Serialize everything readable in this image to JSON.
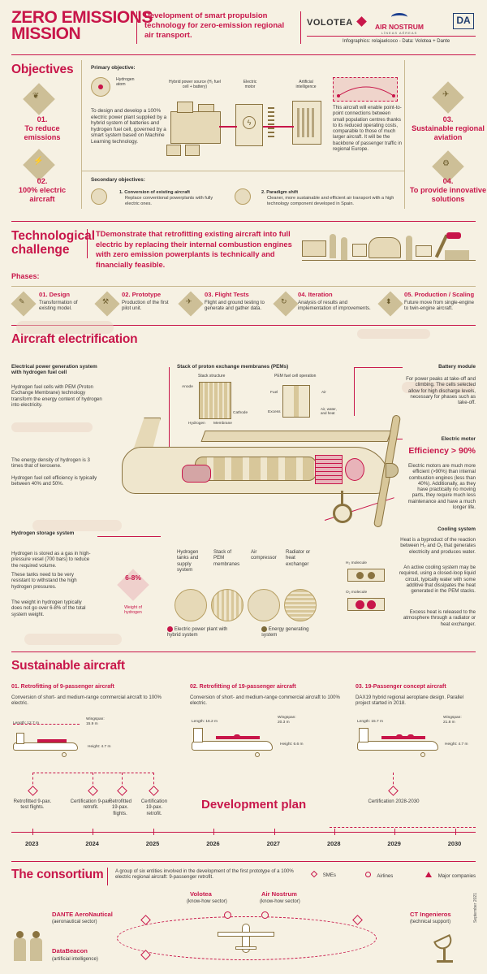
{
  "header": {
    "title_line1": "ZERO EMISSIONS",
    "title_line2": "MISSION",
    "subtitle": "Development of smart propulsion technology for zero-emission regional air transport.",
    "logo_volotea": "VOLOTEA",
    "logo_airnostrum": "AIR NOSTRUM",
    "logo_airnostrum_sub": "LÍNEAS AÉREAS",
    "logo_dante": "DA",
    "credit": "Infographics: relajaelcoco - Data: Volotea + Dante"
  },
  "objectives": {
    "title": "Objectives",
    "obj01_num": "01.",
    "obj01_text": "To reduce emissions",
    "obj02_num": "02.",
    "obj02_text": "100% electric aircraft",
    "obj03_num": "03.",
    "obj03_text": "Sustainable regional aviation",
    "obj04_num": "04.",
    "obj04_text": "To provide innovative solutions",
    "primary_label": "Primary objective:",
    "hydrogen_atom": "Hydrogen atom",
    "hybrid_source": "Hybrid power source (H₂ fuel cell + battery)",
    "electric_motor": "Electric motor",
    "artificial_intel": "Artificial intelligence",
    "primary_text": "To design and develop a 100% electric power plant supplied by a hybrid system of batteries and hydrogen fuel cell, governed by a smart system based on Machine Learning technology.",
    "right_text": "This aircraft will enable point-to-point connections between small population centres thanks to its reduced operating costs, comparable to those of much larger aircraft. It will be the backbone of passenger traffic in regional Europe.",
    "secondary_label": "Secondary objectives:",
    "sec1_title": "1. Conversion of existing aircraft",
    "sec1_text": "Replace conventional powerplants with fully electric ones.",
    "sec2_title": "2. Paradigm shift",
    "sec2_text": "Cleaner, more sustainable and efficient air transport with a high technology component developed in Spain."
  },
  "challenge": {
    "title1": "Technological",
    "title2": "challenge",
    "text": "TDemonstrate that retrofitting existing aircraft into full electric by replacing their internal combustion engines with zero emission powerplants is technically and financially feasible.",
    "phases_label": "Phases:",
    "phases": [
      {
        "title": "01. Design",
        "text": "Transformation of existing model."
      },
      {
        "title": "02. Prototype",
        "text": "Production of the first pilot unit."
      },
      {
        "title": "03. Flight Tests",
        "text": "Flight and ground testing to generate and gather data."
      },
      {
        "title": "04. Iteration",
        "text": "Analysis of results and implementation of improvements."
      },
      {
        "title": "05. Production / Scaling",
        "text": "Future move from single-engine to twin-engine aircraft."
      }
    ]
  },
  "electrification": {
    "title": "Aircraft electrification",
    "gen_title": "Electrical power generation system with hydrogen fuel cell",
    "gen_text": "Hydrogen fuel cells with PEM (Proton Exchange Membrane) technology transform the energy content of hydrogen into electricity.",
    "gen_text2": "The energy density of hydrogen is 3 times that of kerosene.",
    "gen_text3": "Hydrogen fuel cell efficiency is typically between 40% and 50%.",
    "pem_title": "Stack of proton exchange membranes (PEMs)",
    "stack_structure": "Stack structure",
    "pem_operation": "PEM fuel cell operation",
    "anode": "Anode",
    "cathode": "Cathode",
    "hydrogen": "Hydrogen",
    "membrane": "Membrane",
    "fuel": "Fuel",
    "air": "Air",
    "excess": "Excess",
    "air_water_heat": "Air, water, and heat",
    "battery_title": "Battery module",
    "battery_text": "For power peaks at take-off and climbing. The cells selected allow for high discharge levels, necessary for phases such as take-off.",
    "motor_title": "Electric motor",
    "motor_eff": "Efficiency > 90%",
    "motor_text": "Electric motors are much more efficient (>90%) than internal combustion engines (less than 40%). Additionally, as they have practically no moving parts, they require much less maintenance and have a much longer life.",
    "storage_title": "Hydrogen storage system",
    "storage_text1": "Hydrogen is stored as a gas in high-pressure vesel (700 bars) to reduce the required volume.",
    "storage_text2": "These tanks need to be very resistant to withstand the high hydrogen pressures.",
    "storage_text3": "The weight in hydrogen typically does not go over 6-8% of the total system weight.",
    "badge_value": "6-8%",
    "badge_label": "Weight of hydrogen",
    "comp_tanks": "Hydrogen tanks and supply system",
    "comp_stack": "Stack of PEM membranes",
    "comp_air": "Air compressor",
    "comp_radiator": "Radiator or heat exchanger",
    "legend_pink": "Electric power plant with hybrid system",
    "legend_olive": "Energy generating system",
    "h2_molecule": "H₂ molecule",
    "o2_molecule": "O₂ molecule",
    "cooling_title": "Cooling system",
    "cooling_text1": "Heat is a byproduct of the reaction between H₂ and O₂ that generates electricity and produces water.",
    "cooling_text2": "An active cooling system may be required, using a closed-loop liquid circuit, typically water with some additive that dissipates the heat generated in the PEM stacks.",
    "cooling_text3": "Excess heat is released to the atmosphere through a radiator or heat exchanger."
  },
  "sustainable": {
    "title": "Sustainable aircraft",
    "a1_title": "01. Retrofitting of 9-passenger aircraft",
    "a1_text": "Conversion of short- and medium-range commercial aircraft to 100% electric.",
    "a1_length": "Length: 12.7 m",
    "a1_wingspan": "Wingspan: 15.9 m",
    "a1_height": "Height: 4.7 m",
    "a2_title": "02. Retrofitting of 19-passenger aircraft",
    "a2_text": "Conversion of short- and medium-range commercial aircraft to 100% electric.",
    "a2_length": "Length: 16.2 m",
    "a2_wingspan": "Wingspan: 20.3 m",
    "a2_height": "Height: 6.6 m",
    "a3_title": "03. 19-Passenger concept aircraft",
    "a3_text": "DAX19 hybrid regional aeroplane design. Parallel project started in 2018.",
    "a3_length": "Length: 15.7 m",
    "a3_wingspan": "Wingspan: 21.8 m",
    "a3_height": "Height: 4.7 m"
  },
  "plan": {
    "title": "Development plan",
    "milestones": [
      {
        "label": "Retrofitted 9-pax. test flights."
      },
      {
        "label": "Certification 9-pax. retrofit."
      },
      {
        "label": "Retrofitted 19-pax. flights."
      },
      {
        "label": "Certification 19-pax. retrofit."
      },
      {
        "label": "Certification 2028-2030"
      }
    ],
    "years": [
      "2023",
      "2024",
      "2025",
      "2026",
      "2027",
      "2028",
      "2029",
      "2030"
    ]
  },
  "consortium": {
    "title": "The consortium",
    "text": "A group of six entities involved in the development of the first prototype of a 100% electric regional aircraft: 9-passenger retrofit.",
    "legend_smes": "SMEs",
    "legend_airlines": "Airlines",
    "legend_major": "Major companies",
    "dante": "DANTE AeroNautical",
    "dante_role": "(aeronautical sector)",
    "volotea": "Volotea",
    "volotea_role": "(know-how sector)",
    "airnostrum": "Air Nostrum",
    "airnostrum_role": "(know-how sector)",
    "ct": "CT Ingenieros",
    "ct_role": "(technical support)",
    "databeacon": "DataBeacon",
    "databeacon_role": "(artificial intelligence)",
    "date": "September 2021"
  }
}
